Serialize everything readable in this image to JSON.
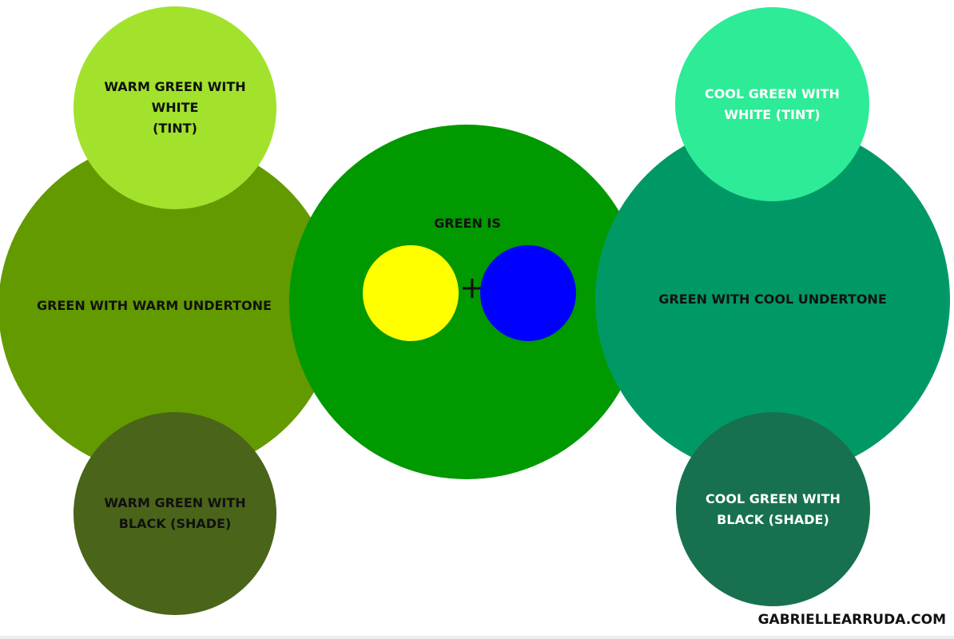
{
  "warm": {
    "main_label": "GREEN WITH WARM UNDERTONE",
    "tint_label": [
      "WARM GREEN WITH",
      "WHITE",
      "(TINT)"
    ],
    "shade_label": [
      "WARM GREEN WITH",
      "BLACK (SHADE)"
    ],
    "colors": {
      "main": "#639a00",
      "tint": "#a2e22c",
      "shade": "#4a6419"
    }
  },
  "center": {
    "title": "GREEN IS",
    "plus": "+",
    "colors": {
      "main": "#009900",
      "yellow": "#ffff00",
      "blue": "#0000ff"
    }
  },
  "cool": {
    "main_label": "GREEN WITH COOL UNDERTONE",
    "tint_label": [
      "COOL GREEN WITH",
      "WHITE (TINT)"
    ],
    "shade_label": [
      "COOL GREEN WITH",
      "BLACK (SHADE)"
    ],
    "colors": {
      "main": "#009966",
      "tint": "#2deb96",
      "shade": "#17714f"
    }
  },
  "footer": {
    "site": "GABRIELLEARRUDA.COM"
  }
}
